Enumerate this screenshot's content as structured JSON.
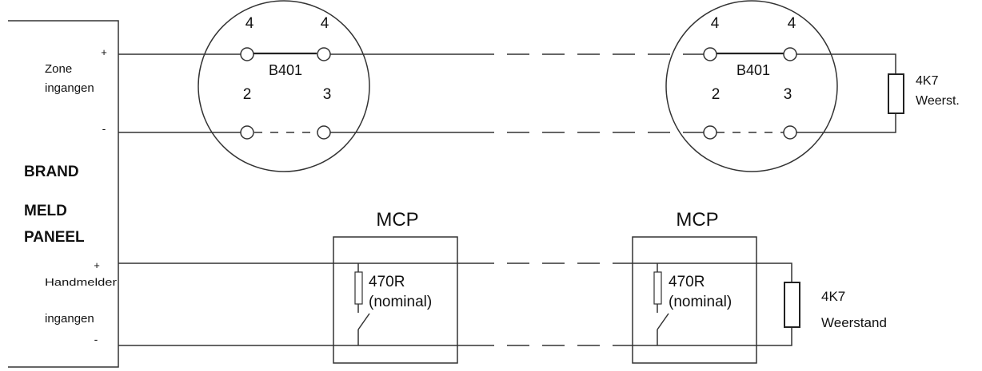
{
  "panel": {
    "title_line1": "BRAND",
    "title_line2": "MELD",
    "title_line3": "PANEEL",
    "zone_plus": "+",
    "zone_label_line1": "Zone",
    "zone_label_line2": "ingangen",
    "zone_minus": "-",
    "manual_plus": "+",
    "manual_label_line1": "Handmelder",
    "manual_label_line2": "ingangen",
    "manual_minus": "-"
  },
  "detectors": [
    {
      "base_label": "B401",
      "pin_tl": "4",
      "pin_tr": "4",
      "pin_ml": "2",
      "pin_mr": "3"
    },
    {
      "base_label": "B401",
      "pin_tl": "4",
      "pin_tr": "4",
      "pin_ml": "2",
      "pin_mr": "3"
    }
  ],
  "zone_eol": {
    "value": "4K7",
    "label": "Weerst."
  },
  "mcps": [
    {
      "title": "MCP",
      "resistor": "470R",
      "note": "(nominal)"
    },
    {
      "title": "MCP",
      "resistor": "470R",
      "note": "(nominal)"
    }
  ],
  "mcp_eol": {
    "value": "4K7",
    "label": "Weerstand"
  },
  "colors": {
    "line": "#333333",
    "text": "#111111",
    "background": "#ffffff"
  }
}
